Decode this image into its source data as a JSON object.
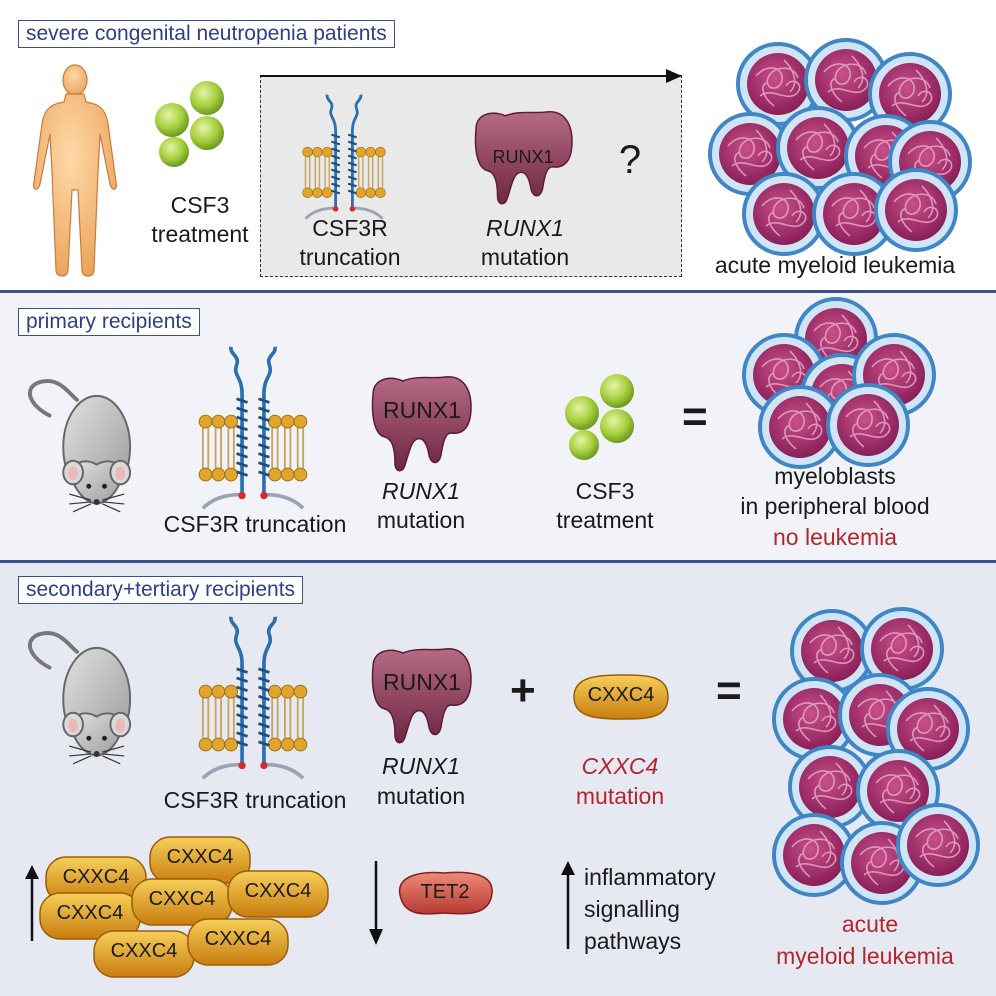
{
  "panels": {
    "patients": {
      "title": "severe congenital neutropenia patients",
      "csf3": "CSF3",
      "treatment": "treatment",
      "csf3r_line1": "CSF3R",
      "csf3r_line2": "truncation",
      "runx1_protein": "RUNX1",
      "runx1_gene": "RUNX1",
      "mutation": "mutation",
      "question": "?",
      "outcome": "acute myeloid leukemia"
    },
    "primary": {
      "title": "primary recipients",
      "csf3r": "CSF3R truncation",
      "runx1_protein": "RUNX1",
      "runx1_gene": "RUNX1",
      "mutation": "mutation",
      "csf3": "CSF3",
      "treatment": "treatment",
      "equals": "=",
      "outcome_line1": "myeloblasts",
      "outcome_line2": "in peripheral blood",
      "outcome_line3": "no leukemia"
    },
    "secondary": {
      "title": "secondary+tertiary recipients",
      "csf3r": "CSF3R truncation",
      "runx1_protein": "RUNX1",
      "runx1_gene": "RUNX1",
      "mutation": "mutation",
      "plus": "+",
      "cxxc4_protein": "CXXC4",
      "cxxc4_gene": "CXXC4",
      "cxxc4_mutation": "mutation",
      "equals": "=",
      "cxxc4_cluster": [
        "CXXC4",
        "CXXC4",
        "CXXC4",
        "CXXC4",
        "CXXC4",
        "CXXC4",
        "CXXC4"
      ],
      "tet2": "TET2",
      "inflam_line1": "inflammatory",
      "inflam_line2": "signalling",
      "inflam_line3": "pathways",
      "outcome_line1": "acute",
      "outcome_line2": "myeloid leukemia"
    }
  },
  "colors": {
    "accent_blue": "#3d4f8f",
    "runx1": "#8d3a57",
    "csf3": "#a7cf3e",
    "cxxc4": "#e5a11c",
    "tet2": "#d6574a",
    "leukemia_red": "#b3262b",
    "cell_nucleus": "#a93570"
  }
}
